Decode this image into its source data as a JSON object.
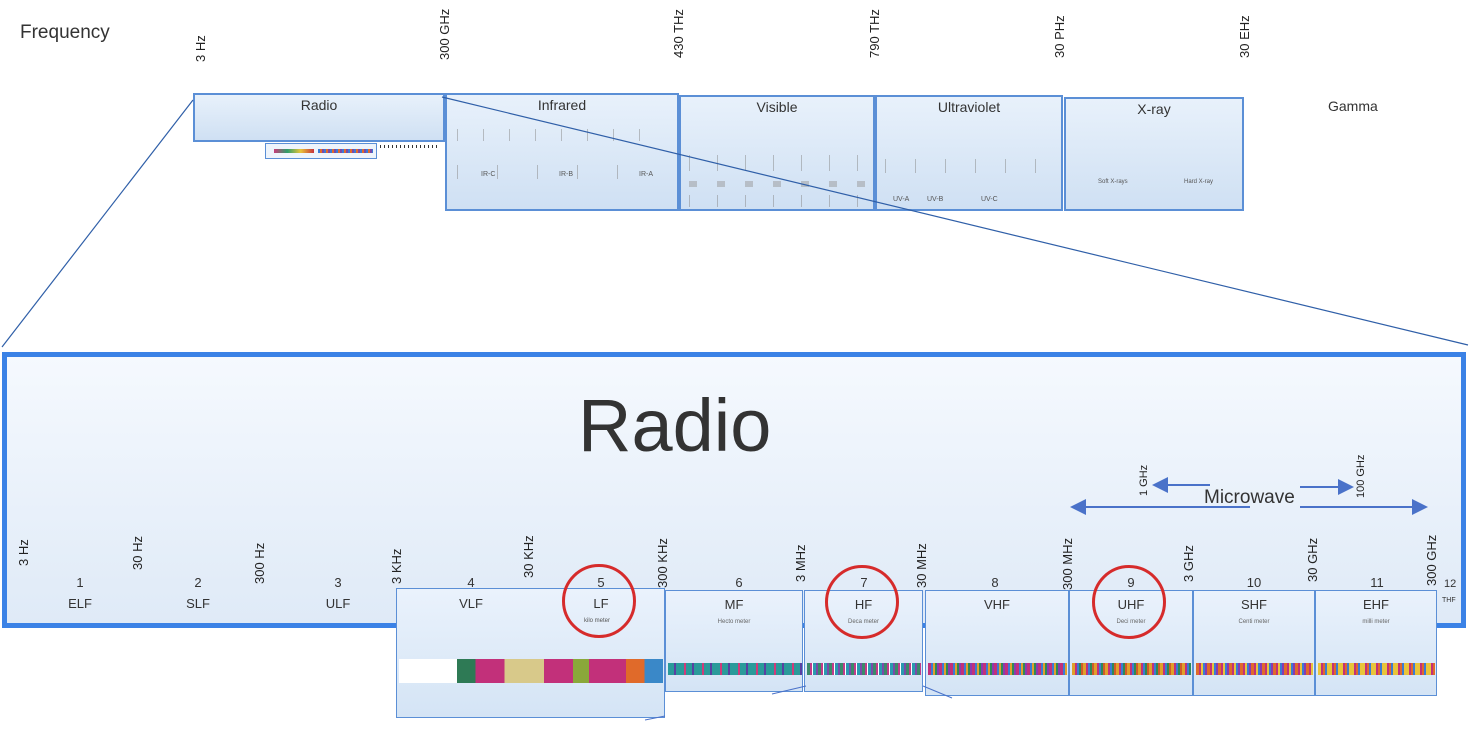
{
  "frequency_label": "Frequency",
  "top_ticks": [
    "3 Hz",
    "300 GHz",
    "430 THz",
    "790 THz",
    "30 PHz",
    "30 EHz"
  ],
  "bands": [
    {
      "name": "Radio"
    },
    {
      "name": "Infrared",
      "subs": [
        "IR-C",
        "IR-B",
        "IR-A"
      ]
    },
    {
      "name": "Visible"
    },
    {
      "name": "Ultraviolet",
      "subs": [
        "UV-A",
        "UV-B",
        "UV-C"
      ]
    },
    {
      "name": "X-ray",
      "subs": [
        "Soft X-rays",
        "Hard X-ray"
      ]
    },
    {
      "name": "Gamma"
    }
  ],
  "radio": {
    "title": "Radio",
    "microwave": {
      "label": "Microwave",
      "left_tick": "1 GHz",
      "right_tick": "100 GHz"
    },
    "freq_ticks": [
      "3 Hz",
      "30 Hz",
      "300 Hz",
      "3 KHz",
      "30 KHz",
      "300 KHz",
      "3 MHz",
      "30 MHz",
      "300 MHz",
      "3 GHz",
      "30 GHz",
      "300 GHz"
    ],
    "designations": [
      {
        "num": "1",
        "abbr": "ELF"
      },
      {
        "num": "2",
        "abbr": "SLF"
      },
      {
        "num": "3",
        "abbr": "ULF"
      },
      {
        "num": "4",
        "abbr": "VLF"
      },
      {
        "num": "5",
        "abbr": "LF",
        "desc": "kilo meter"
      },
      {
        "num": "6",
        "abbr": "MF",
        "desc": "Hecto meter"
      },
      {
        "num": "7",
        "abbr": "HF",
        "desc": "Deca meter"
      },
      {
        "num": "8",
        "abbr": "VHF"
      },
      {
        "num": "9",
        "abbr": "UHF",
        "desc": "Deci meter"
      },
      {
        "num": "10",
        "abbr": "SHF",
        "desc": "Centi meter"
      },
      {
        "num": "11",
        "abbr": "EHF",
        "desc": "milli meter"
      },
      {
        "num": "12",
        "abbr": "THF"
      }
    ]
  },
  "colors": {
    "outline": "#3b82e6",
    "band_border": "#5b8fd6",
    "highlight_ring": "#d62b2b"
  }
}
